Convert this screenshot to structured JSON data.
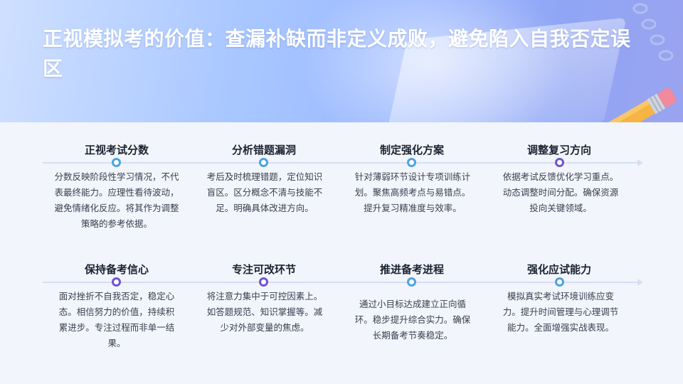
{
  "title": "正视模拟考的价值：查漏补缺而非定义成败，避免陷入自我否定误区",
  "colors": {
    "blue_dot": "#4da3e0",
    "purple_dot": "#6f55cf",
    "header_start": "#cfe0ff",
    "header_end": "#9aa3f0"
  },
  "row1": [
    {
      "title": "正视考试分数",
      "text": "分数反映阶段性学习情况，不代表最终能力。应理性看待波动，避免情绪化反应。将其作为调整策略的参考依据。",
      "dot": "blue"
    },
    {
      "title": "分析错题漏洞",
      "text": "考后及时梳理错题，定位知识盲区。区分概念不清与技能不足。明确具体改进方向。",
      "dot": "blue"
    },
    {
      "title": "制定强化方案",
      "text": "针对薄弱环节设计专项训练计划。聚焦高频考点与易错点。提升复习精准度与效率。",
      "dot": "blue"
    },
    {
      "title": "调整复习方向",
      "text": "依据考试反馈优化学习重点。动态调整时间分配。确保资源投向关键领域。",
      "dot": "purple"
    }
  ],
  "row2": [
    {
      "title": "保持备考信心",
      "text": "面对挫折不自我否定，稳定心态。相信努力的价值，持续积累进步。专注过程而非单一结果。",
      "dot": "purple"
    },
    {
      "title": "专注可改环节",
      "text": "将注意力集中于可控因素上。如答题规范、知识掌握等。减少对外部变量的焦虑。",
      "dot": "purple"
    },
    {
      "title": "推进备考进程",
      "text": "通过小目标达成建立正向循环。稳步提升综合实力。确保长期备考节奏稳定。",
      "dot": "blue"
    },
    {
      "title": "强化应试能力",
      "text": "模拟真实考试环境训练应变力。提升时间管理与心理调节能力。全面增强实战表现。",
      "dot": "blue"
    }
  ]
}
